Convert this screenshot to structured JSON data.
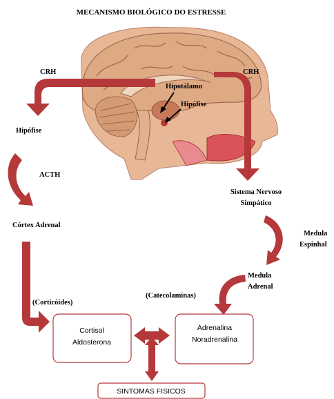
{
  "title": "MECANISMO BIOLÓGICO DO ESTRESSE",
  "labels": {
    "crh_left": "CRH",
    "crh_right": "CRH",
    "hipotalamo": "Hipotálamo",
    "hipofise_brain": "Hipófise",
    "hipofise_left": "Hipófise",
    "acth": "ACTH",
    "sistema_line1": "Sistema Nervoso",
    "sistema_line2": "Simpático",
    "cortex": "Córtex Adrenal",
    "medula_espinhal_1": "Medula",
    "medula_espinhal_2": "Espinhal",
    "medula_adrenal_1": "Medula",
    "medula_adrenal_2": "Adrenal",
    "corticoides": "(Corticóides)",
    "catecolaminas": "(Catecolaminas)"
  },
  "boxes": {
    "left_line1": "Cortisol",
    "left_line2": "Aldosterona",
    "right_line1": "Adrenalina",
    "right_line2": "Noradrenalina",
    "bottom": "SINTOMAS FISICOS"
  },
  "colors": {
    "arrow": "#b5383a",
    "box_border": "#b5383a",
    "brain": "#d9a07a",
    "brain_dark": "#b57152"
  }
}
